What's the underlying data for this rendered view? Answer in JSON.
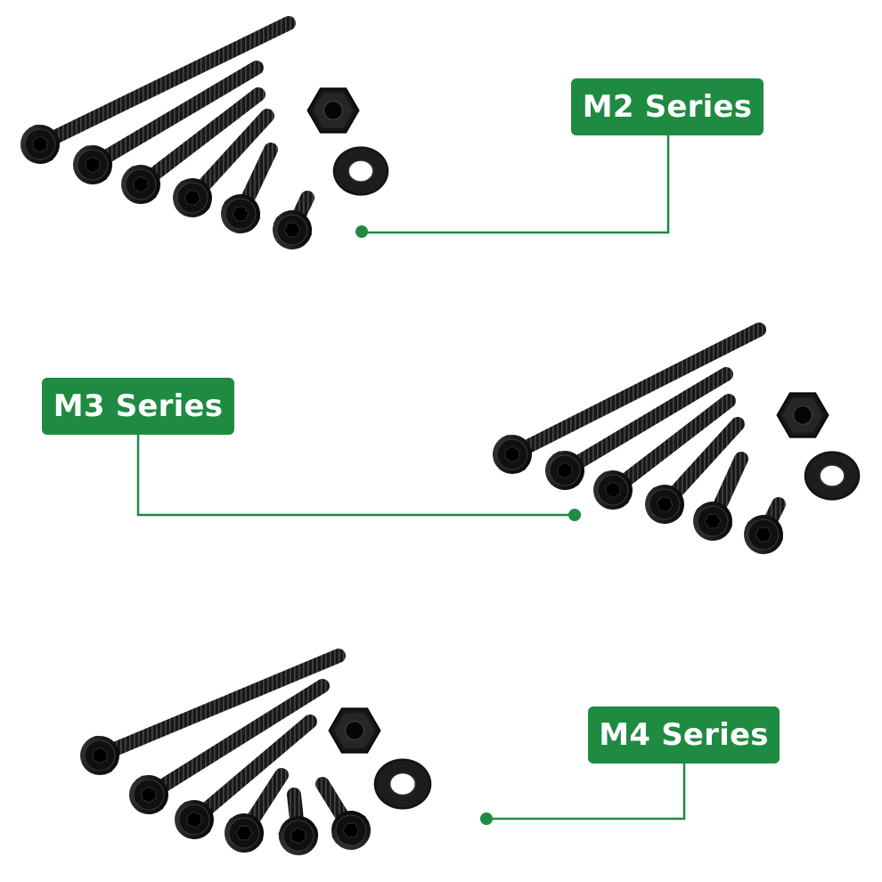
{
  "labels": {
    "m2": "M2 Series",
    "m3": "M3 Series",
    "m4": "M4 Series"
  },
  "colors": {
    "accent": "#1f8a41",
    "label_text": "#ffffff",
    "background": "#ffffff",
    "hardware": "#161616"
  },
  "icons": {
    "screw": "socket-head-cap-screw-icon",
    "nut": "hex-nut-icon",
    "washer": "flat-washer-icon"
  }
}
